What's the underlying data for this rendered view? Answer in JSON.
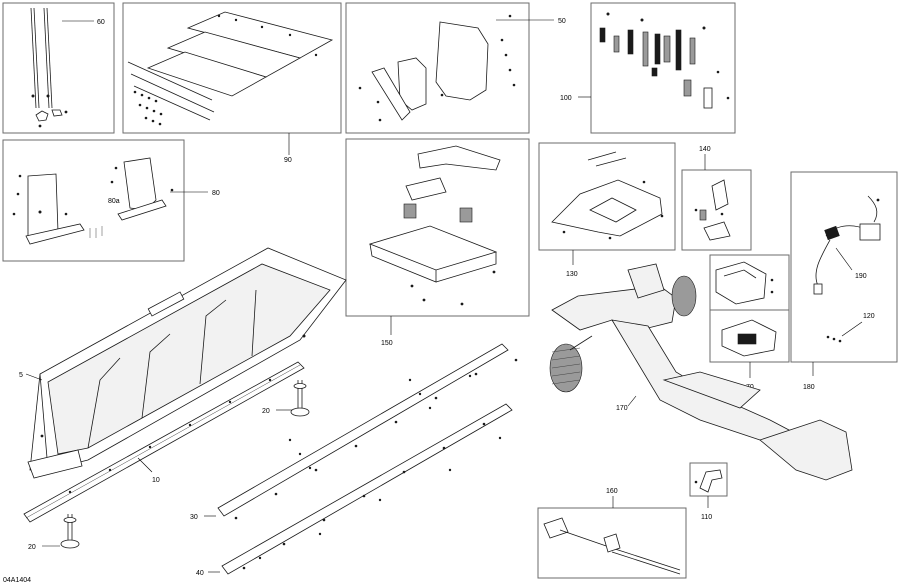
{
  "diagram_id": "04A1404",
  "callouts": {
    "c5": "5",
    "c10": "10",
    "c20a": "20",
    "c20b": "20",
    "c30": "30",
    "c40": "40",
    "c50": "50",
    "c60": "60",
    "c70": "70",
    "c80": "80",
    "c80a": "80a",
    "c90": "90",
    "c100": "100",
    "c110": "110",
    "c120": "120",
    "c130": "130",
    "c140": "140",
    "c150": "150",
    "c160": "160",
    "c170": "170",
    "c180": "180",
    "c190": "190"
  },
  "colors": {
    "line": "#1a1a1a",
    "frame": "#6b6b6b",
    "fill": "#f2f2f2"
  }
}
